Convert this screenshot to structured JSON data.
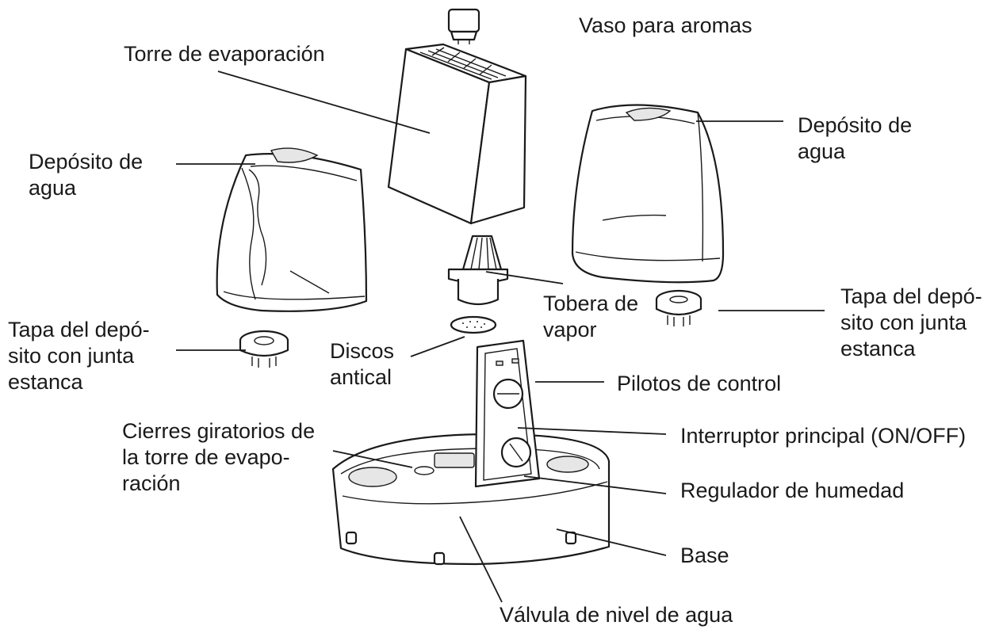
{
  "labels": {
    "vaso_aromas": "Vaso para aromas",
    "torre": "Torre de evaporación",
    "deposito_left": [
      "Depósito de",
      "agua"
    ],
    "deposito_right": [
      "Depósito de",
      "agua"
    ],
    "tapa_left": [
      "Tapa del depó-",
      "sito con junta",
      "estanca"
    ],
    "tapa_right": [
      "Tapa del depó-",
      "sito con junta",
      "estanca"
    ],
    "tobera": [
      "Tobera de",
      "vapor"
    ],
    "discos": [
      "Discos",
      "antical"
    ],
    "pilotos": "Pilotos de control",
    "cierres": [
      "Cierres giratorios de",
      "la torre de evapo-",
      "ración"
    ],
    "interruptor": "Interruptor principal (ON/OFF)",
    "regulador": "Regulador de humedad",
    "base": "Base",
    "valvula": "Válvula de nivel de agua"
  }
}
